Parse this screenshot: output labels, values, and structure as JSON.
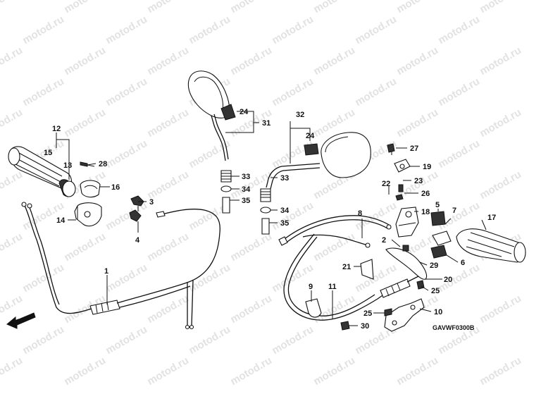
{
  "watermark": "motod.ru",
  "diagram_code": "GAVWF0300B",
  "direction_label": "FR.",
  "callouts": {
    "c1": "1",
    "c2": "2",
    "c3": "3",
    "c4": "4",
    "c5": "5",
    "c6": "6",
    "c7": "7",
    "c8": "8",
    "c9": "9",
    "c10": "10",
    "c11": "11",
    "c12": "12",
    "c13": "13",
    "c14": "14",
    "c15": "15",
    "c16": "16",
    "c17": "17",
    "c18": "18",
    "c19": "19",
    "c20": "20",
    "c21": "21",
    "c22": "22",
    "c23": "23",
    "c24": "24",
    "c26": "26",
    "c27": "27",
    "c28": "28",
    "c29": "29",
    "c30": "30",
    "c31": "31",
    "c32": "32",
    "c33": "33",
    "c34": "34",
    "c35": "35",
    "c25": "25"
  }
}
